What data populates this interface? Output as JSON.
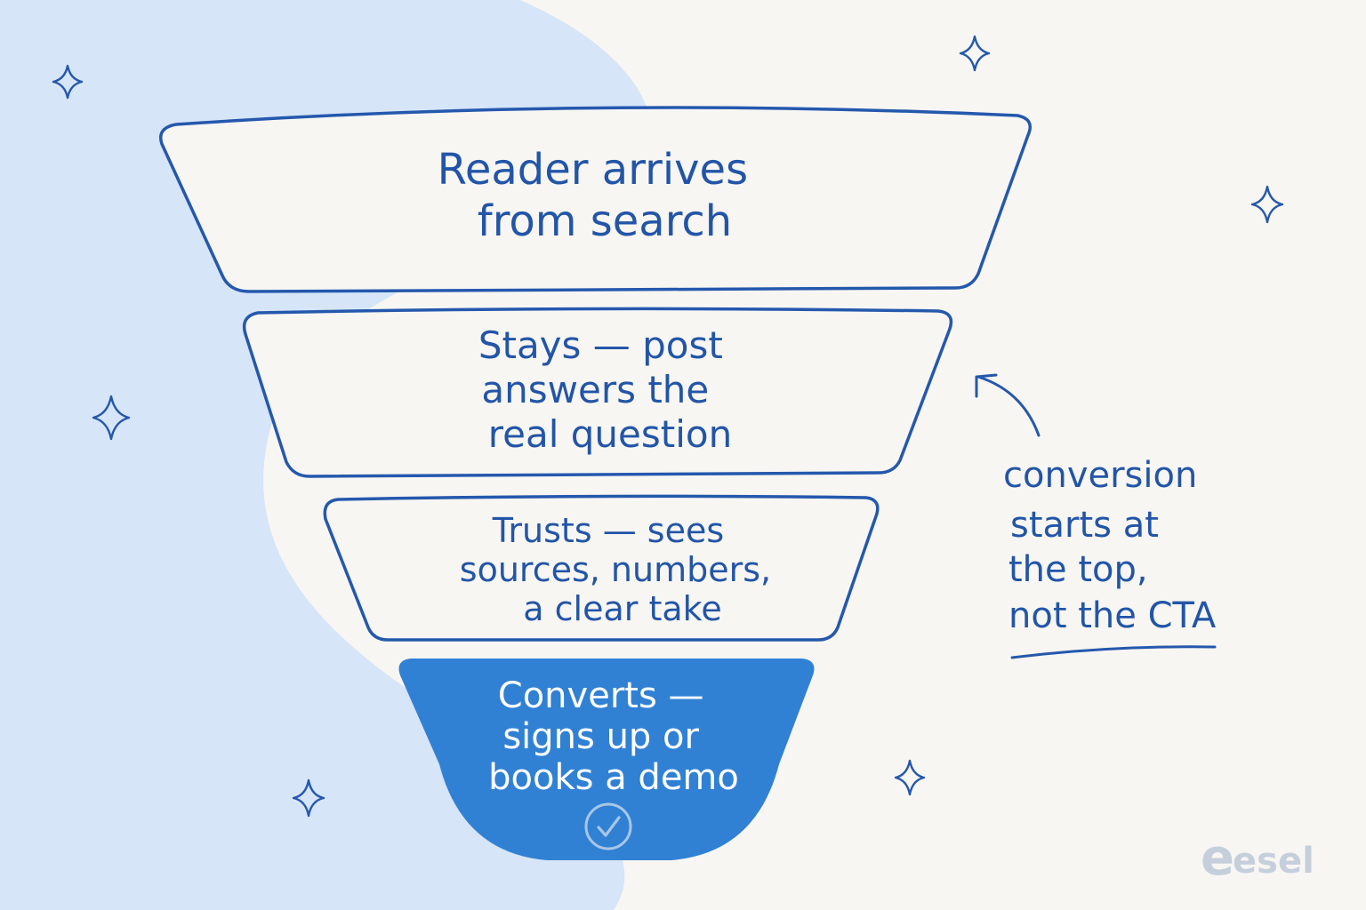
{
  "funnel": {
    "stages": [
      {
        "lines": [
          "Reader arrives",
          "from search"
        ]
      },
      {
        "lines": [
          "Stays — post",
          "answers the",
          "real question"
        ]
      },
      {
        "lines": [
          "Trusts — sees",
          "sources, numbers,",
          "a clear take"
        ]
      },
      {
        "lines": [
          "Converts —",
          "signs up or",
          "books a demo"
        ]
      }
    ],
    "check_icon": "check-circle-icon"
  },
  "annotation": {
    "lines": [
      "conversion",
      "starts at",
      "the top,",
      "not the CTA"
    ],
    "arrow_icon": "curved-arrow-icon"
  },
  "decor": {
    "sparkle_icon": "sparkle-icon"
  },
  "logo": {
    "mark": "e",
    "text": "esel"
  },
  "colors": {
    "background": "#f8f6f2",
    "blob": "#d6e5f7",
    "outline": "#2458ad",
    "accent_fill": "#3081d4",
    "text": "#2255a8",
    "logo": "#c5cfdc"
  }
}
